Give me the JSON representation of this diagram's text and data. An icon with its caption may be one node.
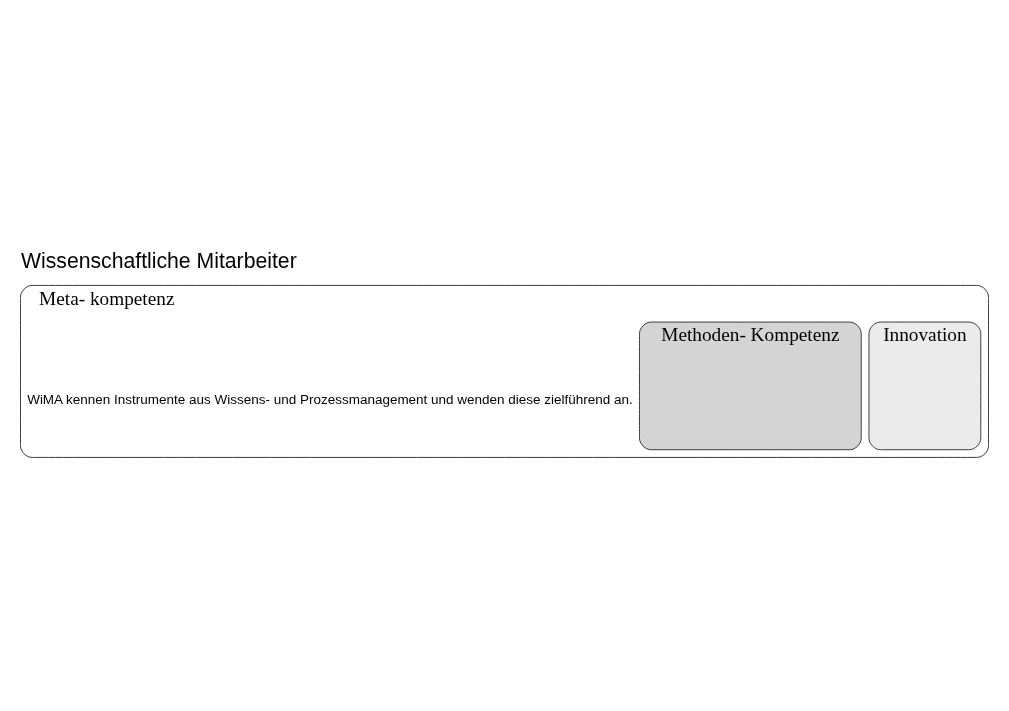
{
  "diagram": {
    "title": "Wissenschaftliche Mitarbeiter",
    "nodes": [
      {
        "text": [
          "Meta- kompetenz"
        ]
      },
      {
        "text": [
          "Innovation"
        ],
        "in": 0
      },
      {
        "text": [
          "Methoden- Kompetenz"
        ],
        "in": 0
      }
    ],
    "edges": [],
    "labels": [
      "WiMA kennen Instrumente aus Wissens- und Prozessmanagement und wenden diese zielführend an."
    ]
  }
}
